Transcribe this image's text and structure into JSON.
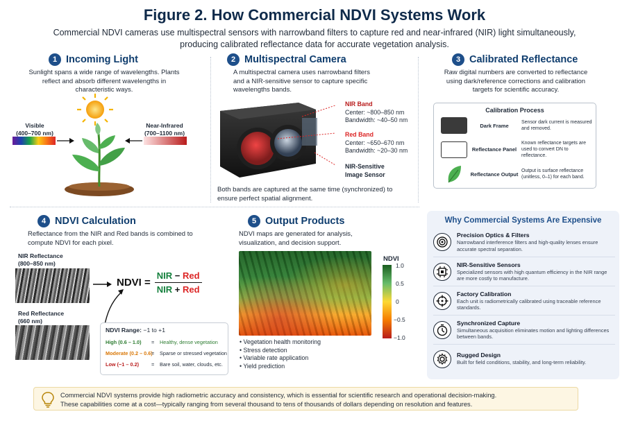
{
  "title": "Figure 2. How Commercial NDVI Systems Work",
  "subtitle": "Commercial NDVI cameras use multispectral sensors with narrowband filters to capture red and near-infrared (NIR) light simultaneously, producing calibrated reflectance data for accurate vegetation analysis.",
  "s1": {
    "num": "1",
    "title": "Incoming Light",
    "text": "Sunlight spans a wide range of wavelengths. Plants reflect and absorb different wavelengths in characteristic ways.",
    "visible_label": "Visible",
    "visible_range": "(400–700 nm)",
    "nir_label": "Near-Infrared",
    "nir_range": "(700–1100 nm)"
  },
  "s2": {
    "num": "2",
    "title": "Multispectral Camera",
    "text": "A multispectral camera uses narrowband filters and a NIR-sensitive sensor to capture specific wavelengths bands.",
    "nir_band": "NIR Band",
    "nir_center": "Center: ~800–850 nm",
    "nir_bw": "Bandwidth: ~40–50 nm",
    "red_band": "Red Band",
    "red_center": "Center: ~650–670 nm",
    "red_bw": "Bandwidth: ~20–30 nm",
    "sensor_1": "NIR-Sensitive",
    "sensor_2": "Image Sensor",
    "caption": "Both bands are captured at the same time (synchronized) to ensure perfect spatial alignment."
  },
  "s3": {
    "num": "3",
    "title": "Calibrated Reflectance",
    "text": "Raw digital numbers are converted to reflectance using dark/reference corrections and calibration targets for scientific accuracy.",
    "box_title": "Calibration Process",
    "rows": [
      {
        "label": "Dark Frame",
        "desc": "Sensor dark current is measured and removed."
      },
      {
        "label": "Reflectance Panel",
        "desc": "Known reflectance targets are used to convert DN to reflectance."
      },
      {
        "label": "Reflectance Output",
        "desc": "Output is surface reflectance (unitless, 0–1) for each band."
      }
    ]
  },
  "s4": {
    "num": "4",
    "title": "NDVI Calculation",
    "text": "Reflectance from the NIR and Red bands is combined to compute NDVI for each pixel.",
    "nir_refl": "NIR Reflectance",
    "nir_refl_range": "(800–850 nm)",
    "red_refl": "Red Reflectance",
    "red_refl_range": "(660 nm)",
    "formula_lhs": "NDVI =",
    "num_nir": "NIR",
    "num_minus": " − ",
    "num_red": "Red",
    "den_nir": "NIR",
    "den_plus": " + ",
    "den_red": "Red",
    "range_title_bold": "NDVI Range:",
    "range_title_value": " −1 to +1",
    "ranges": [
      {
        "key": "High (0.6 – 1.0)",
        "desc": "Healthy, dense vegetation",
        "color": "#2e7d32"
      },
      {
        "key": "Moderate (0.2 – 0.6)",
        "desc": "Sparse or stressed vegetation",
        "color": "#d97706"
      },
      {
        "key": "Low (−1 – 0.2)",
        "desc": "Bare soil, water, clouds, etc.",
        "color": "#b91c1c"
      }
    ],
    "eq": "="
  },
  "s5": {
    "num": "5",
    "title": "Output Products",
    "text": "NDVI maps are generated for analysis, visualization, and decision support.",
    "legend_title": "NDVI",
    "legend_ticks": [
      "1.0",
      "0.5",
      "0",
      "−0.5",
      "−1.0"
    ],
    "bullets": [
      "Vegetation health monitoring",
      "Stress detection",
      "Variable rate application",
      "Yield prediction"
    ]
  },
  "why": {
    "title": "Why Commercial Systems Are Expensive",
    "items": [
      {
        "head": "Precision Optics & Filters",
        "desc": "Narrowband interference filters and high-quality lenses ensure accurate spectral separation.",
        "icon": "lens-icon"
      },
      {
        "head": "NIR-Sensitive Sensors",
        "desc": "Specialized sensors with high quantum efficiency in the NIR range are more costly to manufacture.",
        "icon": "chip-icon"
      },
      {
        "head": "Factory Calibration",
        "desc": "Each unit is radiometrically calibrated using traceable reference standards.",
        "icon": "crosshair-icon"
      },
      {
        "head": "Synchronized Capture",
        "desc": "Simultaneous acquisition eliminates motion and lighting differences between bands.",
        "icon": "timer-icon"
      },
      {
        "head": "Rugged Design",
        "desc": "Built for field conditions, stability, and long-term reliability.",
        "icon": "gear-icon"
      }
    ]
  },
  "footer": {
    "line1": "Commercial NDVI systems provide high radiometric accuracy and consistency, which is essential for scientific research and operational decision-making.",
    "line2": "These capabilities come at a cost—typically ranging from several thousand to tens of thousands of dollars depending on resolution and features."
  }
}
